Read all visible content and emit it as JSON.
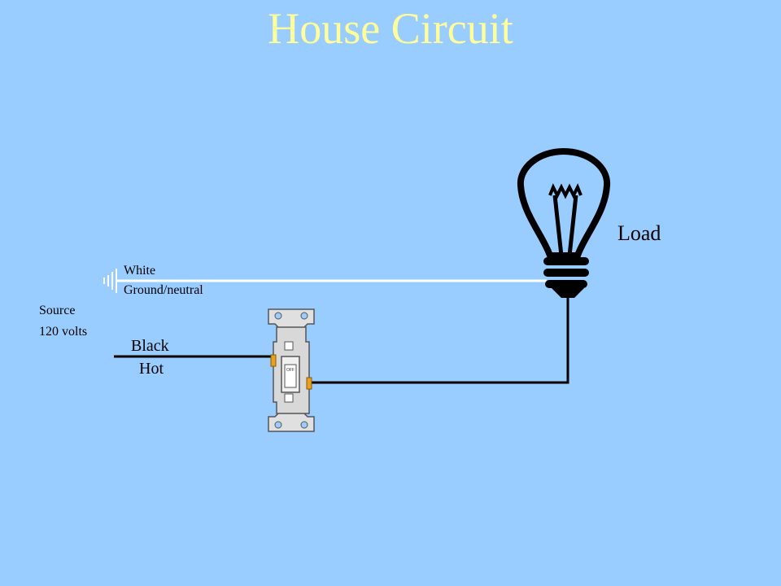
{
  "title": "House Circuit",
  "labels": {
    "load": "Load",
    "white": "White",
    "ground_neutral": "Ground/neutral",
    "source": "Source",
    "voltage": "120 volts",
    "black": "Black",
    "hot": "Hot",
    "switch_off": "OFF"
  },
  "colors": {
    "background": "#99ccff",
    "title": "#ffff99",
    "neutral_wire": "#ffffff",
    "hot_wire": "#000000",
    "terminal": "#e8a020"
  },
  "icons": [
    "ground-symbol-icon",
    "light-bulb-icon",
    "light-switch-icon"
  ]
}
